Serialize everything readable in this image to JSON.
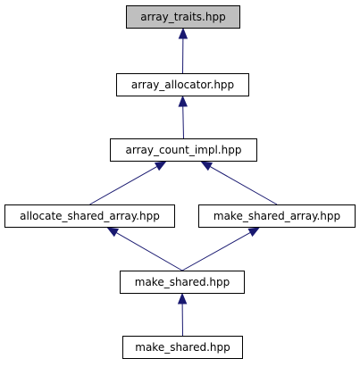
{
  "graph": {
    "edge_color": "#191970",
    "node_border_color": "#000000",
    "current_node_fill": "#bfbfbf",
    "nodes": [
      {
        "id": "n0",
        "label": "array_traits.hpp",
        "current": true
      },
      {
        "id": "n1",
        "label": "array_allocator.hpp",
        "current": false
      },
      {
        "id": "n2",
        "label": "array_count_impl.hpp",
        "current": false
      },
      {
        "id": "n3",
        "label": "allocate_shared_array.hpp",
        "current": false
      },
      {
        "id": "n4",
        "label": "make_shared_array.hpp",
        "current": false
      },
      {
        "id": "n5",
        "label": "make_shared.hpp",
        "current": false
      },
      {
        "id": "n6",
        "label": "make_shared.hpp",
        "current": false
      }
    ],
    "edges": [
      {
        "from": "n1",
        "to": "n0"
      },
      {
        "from": "n2",
        "to": "n1"
      },
      {
        "from": "n3",
        "to": "n2"
      },
      {
        "from": "n4",
        "to": "n2"
      },
      {
        "from": "n5",
        "to": "n3"
      },
      {
        "from": "n5",
        "to": "n4"
      },
      {
        "from": "n6",
        "to": "n5"
      }
    ]
  }
}
